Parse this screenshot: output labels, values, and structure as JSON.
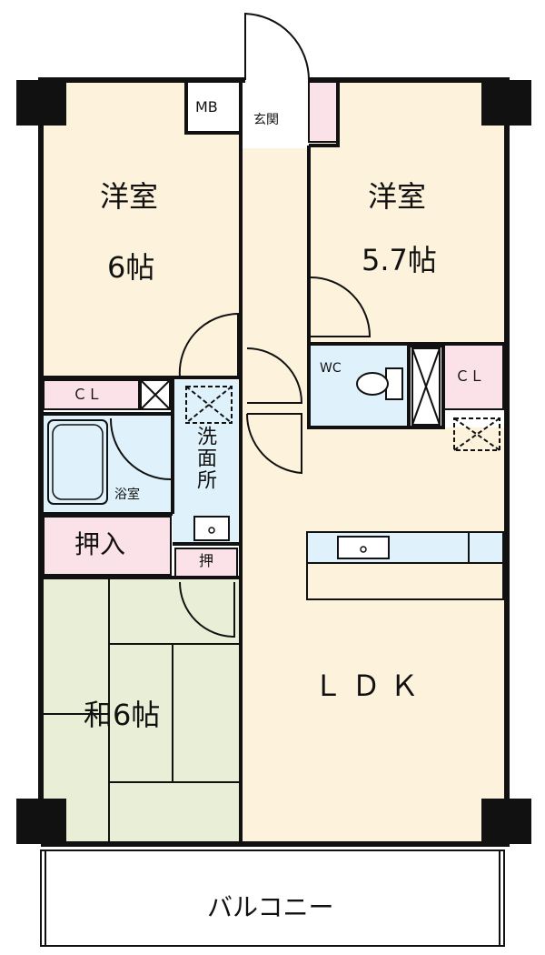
{
  "plan": {
    "rooms": {
      "western1": {
        "name": "洋室",
        "size": "6帖"
      },
      "western2": {
        "name": "洋室",
        "size": "5.7帖"
      },
      "japanese": {
        "name": "和6帖"
      },
      "ldk": {
        "name": "ＬＤＫ"
      },
      "bath": {
        "name": "浴室"
      },
      "washroom": {
        "name": "洗面所"
      },
      "entrance": {
        "name": "玄関"
      },
      "toilet": {
        "name": "WC"
      },
      "balcony": {
        "name": "バルコニー"
      }
    },
    "storage": {
      "mb": "MB",
      "closet1": "ＣＬ",
      "closet2": "ＣＬ",
      "oshiire": "押入",
      "oshi": "押"
    },
    "colors": {
      "western_floor": "#fdf3dc",
      "japanese_floor": "#e8efd6",
      "water_area": "#dff1fa",
      "storage": "#fbe1e8",
      "wall": "#111111"
    }
  }
}
